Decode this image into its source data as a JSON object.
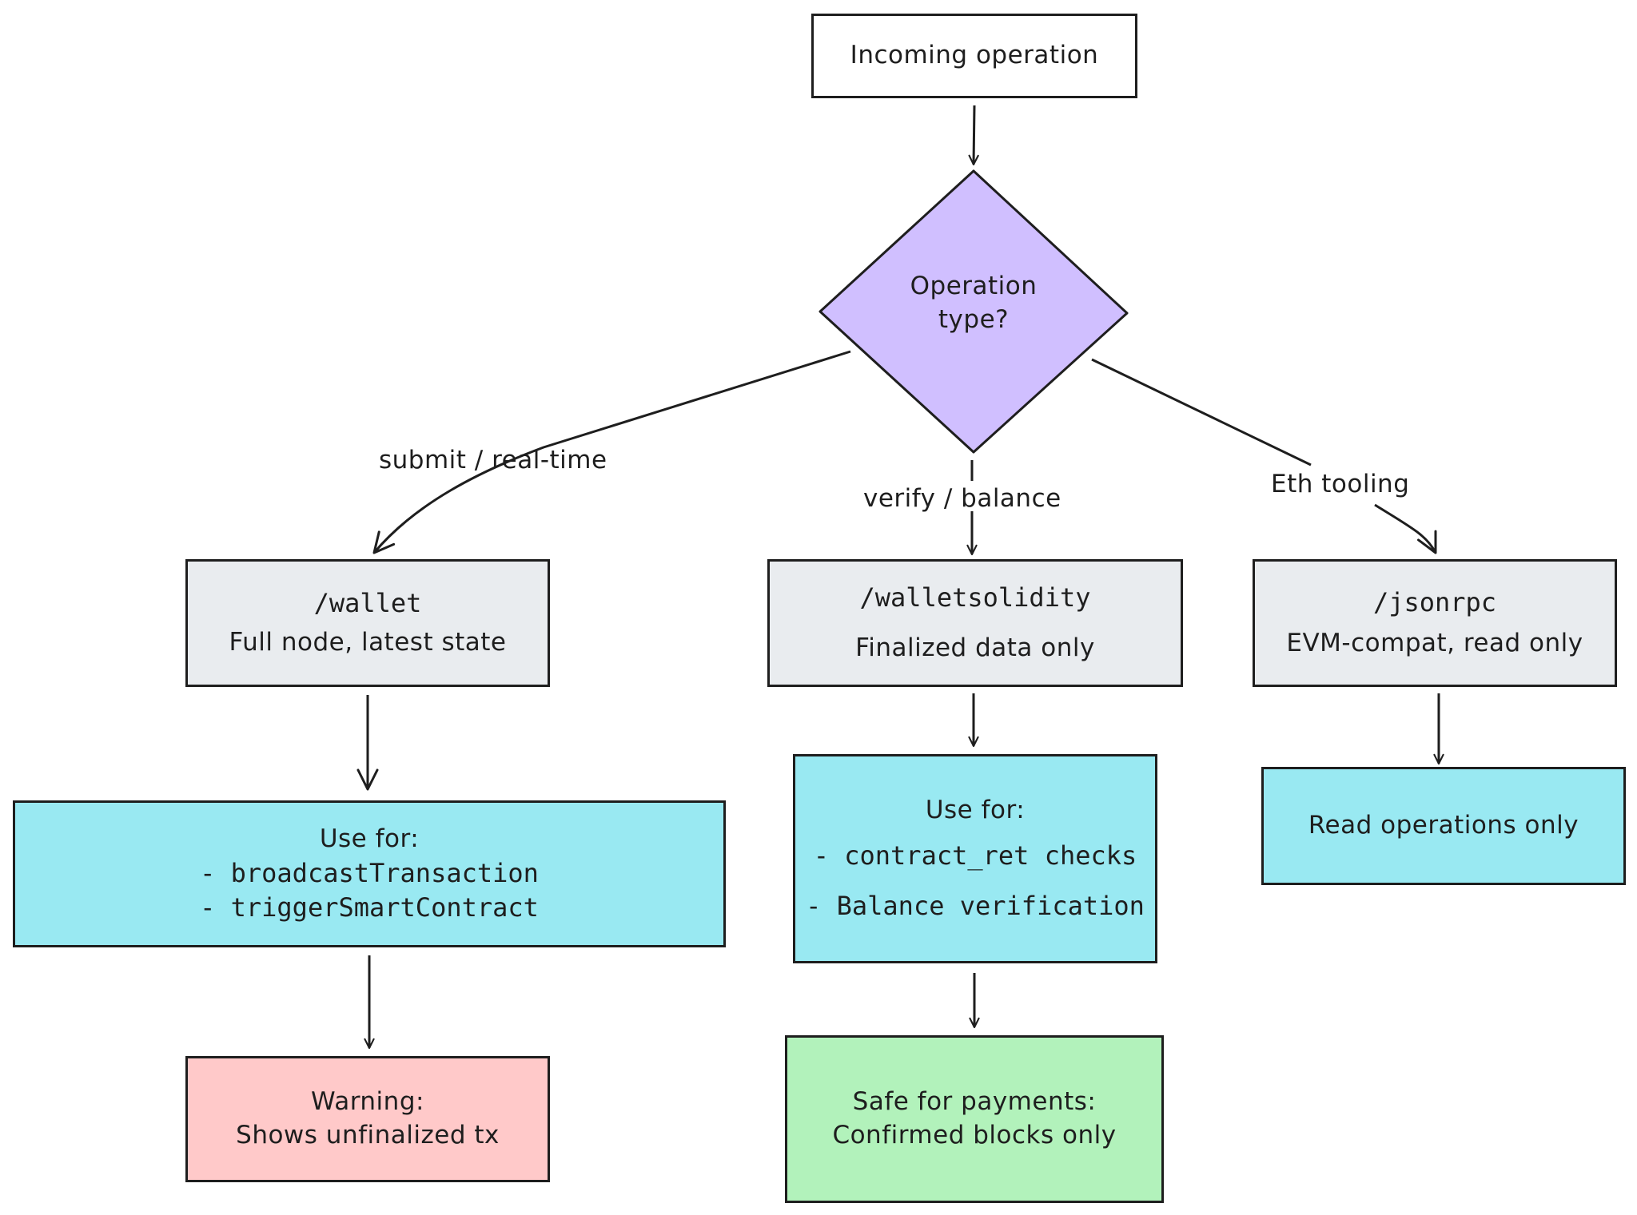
{
  "diagram": {
    "start": {
      "text": "Incoming operation"
    },
    "decision": {
      "line1": "Operation",
      "line2": "type?"
    },
    "edge_labels": {
      "left": "submit / real-time",
      "middle": "verify / balance",
      "right": "Eth tooling"
    },
    "wallet": {
      "title": "/wallet",
      "subtitle": "Full node, latest state"
    },
    "walletsolidity": {
      "title": "/walletsolidity",
      "subtitle": "Finalized data only"
    },
    "jsonrpc": {
      "title": "/jsonrpc",
      "subtitle": "EVM-compat, read only"
    },
    "wallet_use": {
      "heading": "Use for:",
      "items": [
        "- broadcastTransaction",
        "- triggerSmartContract"
      ]
    },
    "walletsolidity_use": {
      "heading": "Use for:",
      "items": [
        "- contract_ret checks",
        "- Balance verification"
      ]
    },
    "jsonrpc_use": {
      "text": "Read operations only"
    },
    "warning": {
      "line1": "Warning:",
      "line2": "Shows unfinalized tx"
    },
    "safe": {
      "line1": "Safe for payments:",
      "line2": "Confirmed blocks only"
    },
    "colors": {
      "decision": "#d0bfff",
      "endpoint": "#e9ecef",
      "usage": "#99e9f2",
      "warning": "#ffc9c9",
      "safe": "#b2f2bb",
      "stroke": "#1e1e1e"
    }
  }
}
